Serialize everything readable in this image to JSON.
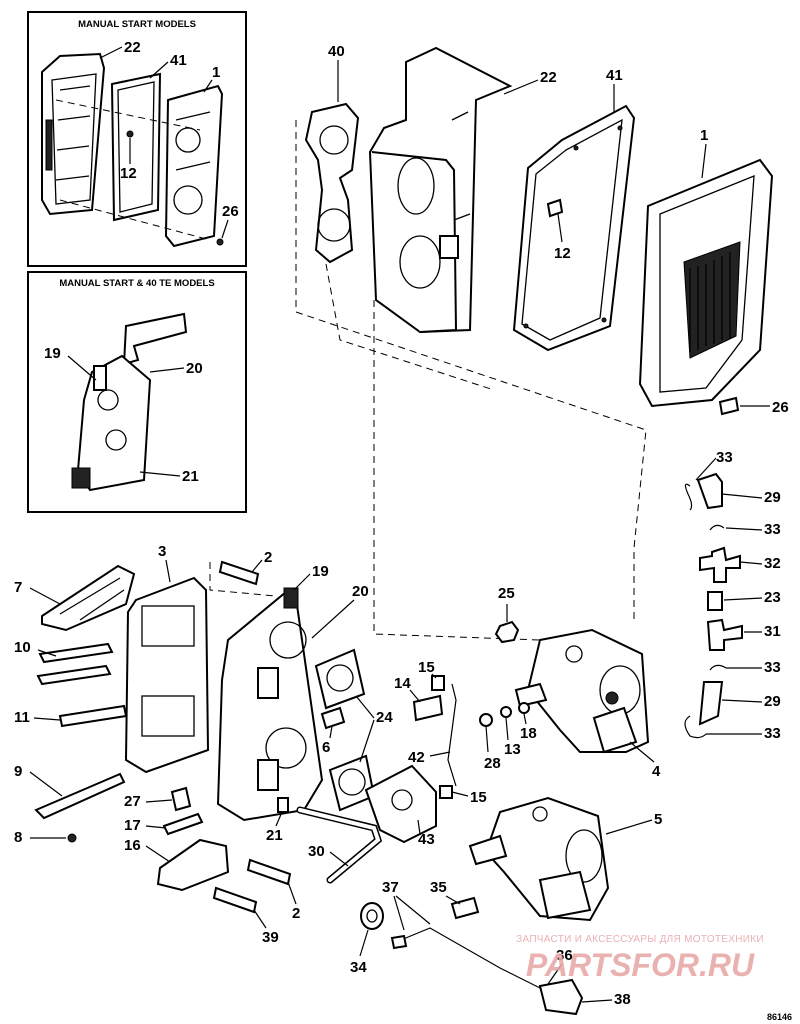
{
  "insets": {
    "top_title": "MANUAL START MODELS",
    "bottom_title": "MANUAL START & 40 TE MODELS"
  },
  "callouts": {
    "inset_22": "22",
    "inset_41": "41",
    "inset_1": "1",
    "inset_12": "12",
    "inset_26": "26",
    "inset_19": "19",
    "inset_20": "20",
    "inset_21": "21",
    "c40": "40",
    "c22": "22",
    "c41": "41",
    "c1": "1",
    "c12": "12",
    "c26": "26",
    "c33a": "33",
    "c29a": "29",
    "c33b": "33",
    "c32": "32",
    "c23": "23",
    "c31": "31",
    "c33c": "33",
    "c29b": "29",
    "c33d": "33",
    "c3": "3",
    "c2a": "2",
    "c19": "19",
    "c20": "20",
    "c7": "7",
    "c10": "10",
    "c11": "11",
    "c9": "9",
    "c8": "8",
    "c27": "27",
    "c17": "17",
    "c16": "16",
    "c6": "6",
    "c21": "21",
    "c24": "24",
    "c14": "14",
    "c15a": "15",
    "c25": "25",
    "c42": "42",
    "c28": "28",
    "c13": "13",
    "c18": "18",
    "c4": "4",
    "c15b": "15",
    "c43": "43",
    "c30": "30",
    "c5": "5",
    "c2b": "2",
    "c39": "39",
    "c37": "37",
    "c35": "35",
    "c34": "34",
    "c36": "36",
    "c38": "38"
  },
  "watermark": {
    "tagline": "ЗАПЧАСТИ И АКСЕССУАРЫ ДЛЯ МОТОТЕХНИКИ",
    "logo": "PARTSFOR.RU",
    "color": "#e8a9a9"
  },
  "drawing_code": "86146"
}
